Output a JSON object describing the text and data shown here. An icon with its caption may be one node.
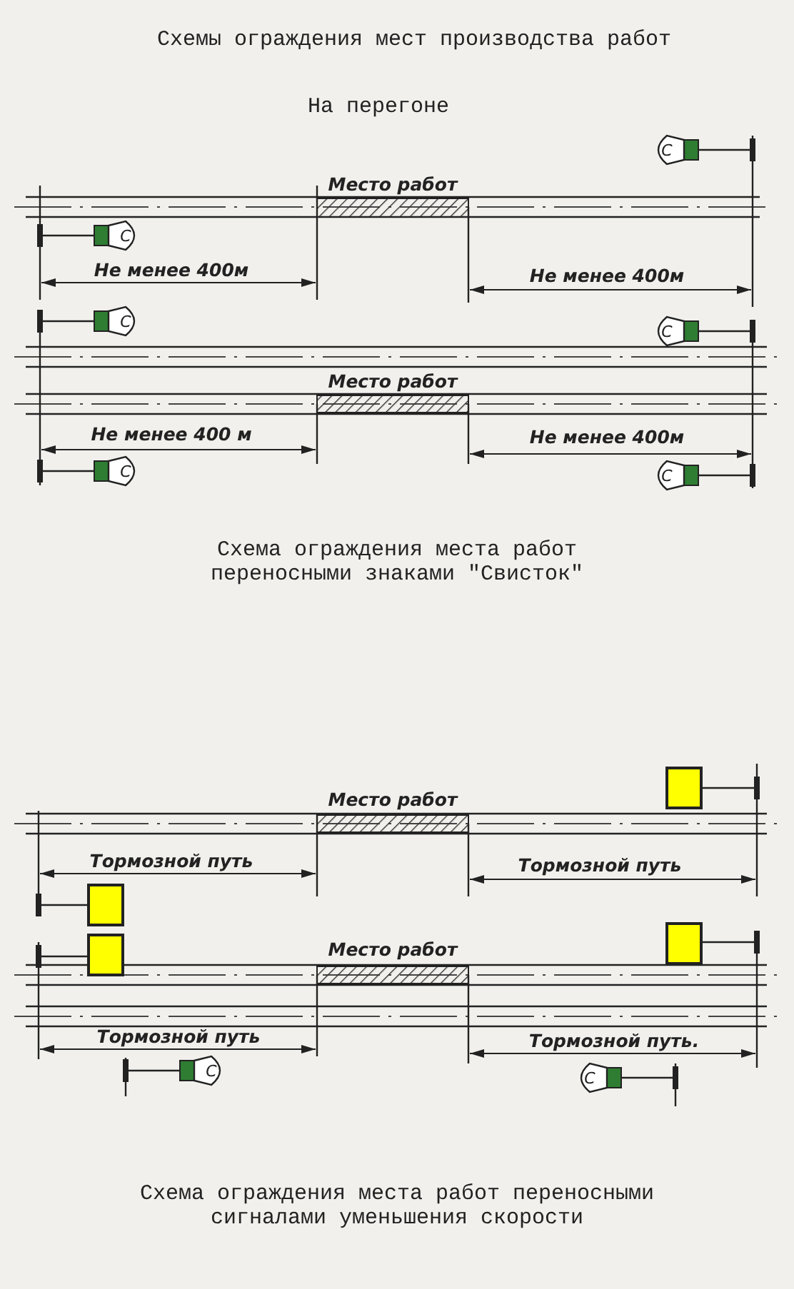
{
  "diagram": {
    "title": "Схемы ограждения мест производства работ",
    "caption": "Схема ограждения места работ переносными сигналами уменьшения скорости",
    "labels": [
      "На перегоне",
      "Место работ",
      "С",
      "С",
      "Не менее 400м",
      "Не менее 400м",
      "С",
      "С",
      "Место работ",
      "Не менее 400 м",
      "Не менее 400м",
      "С",
      "С",
      "Схема ограждения места работ переносными знаками \"Свисток\"",
      "Место работ",
      "Тормозной путь",
      "Тормозной путь",
      "Место работ",
      "Тормозной путь",
      "Тормозной путь.",
      "С",
      "С"
    ]
  }
}
